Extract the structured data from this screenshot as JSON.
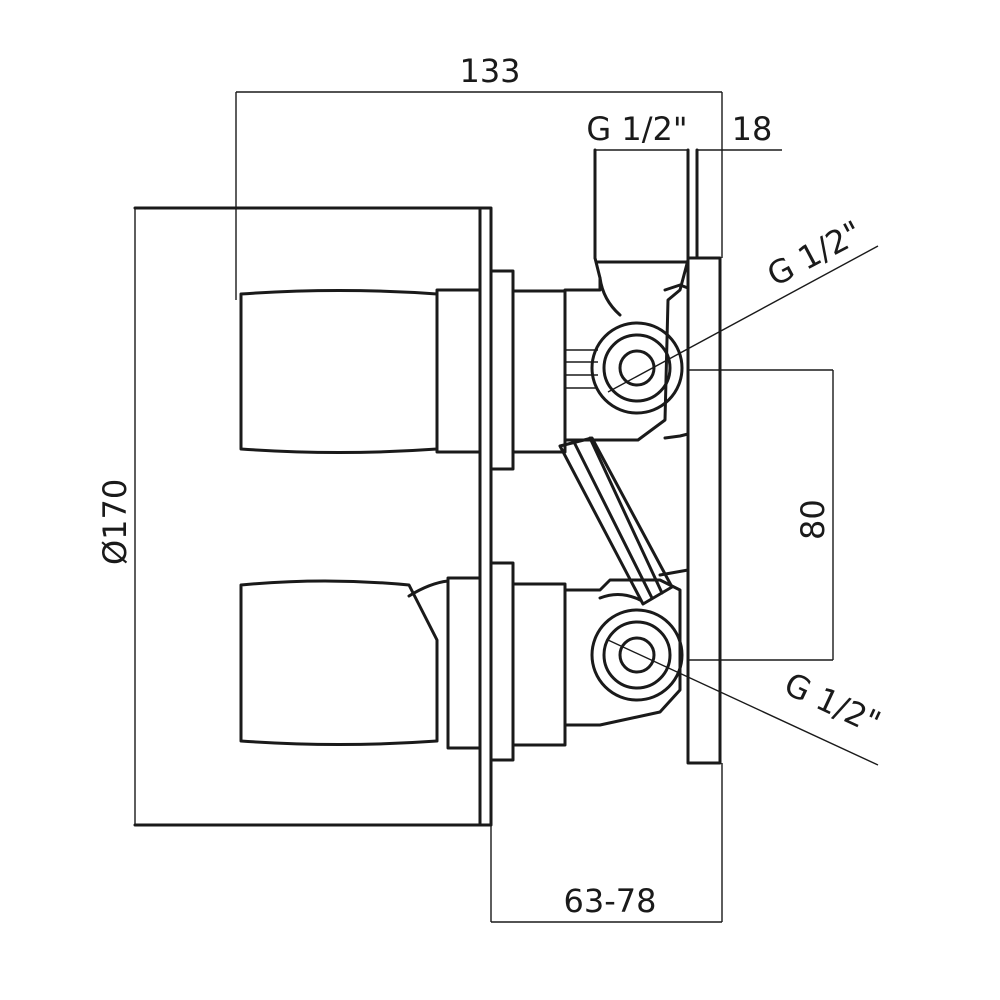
{
  "dimensions": {
    "overall_depth": "133",
    "inlet_thread_top": "G 1/2\"",
    "plate_thickness": "18",
    "outlet_thread_upper": "G 1/2\"",
    "outlet_thread_lower": "G 1/2\"",
    "plate_diameter": "Ø170",
    "outlet_spacing": "80",
    "wall_depth_range": "63-78"
  },
  "parts": {
    "cover_plate": "cover plate",
    "upper_handle": "upper knurled handle",
    "lower_handle": "lower knurled handle",
    "valve_body": "valve body",
    "mounting_plate": "mounting plate"
  },
  "colors": {
    "line": "#1a1a1a",
    "background": "#ffffff"
  }
}
